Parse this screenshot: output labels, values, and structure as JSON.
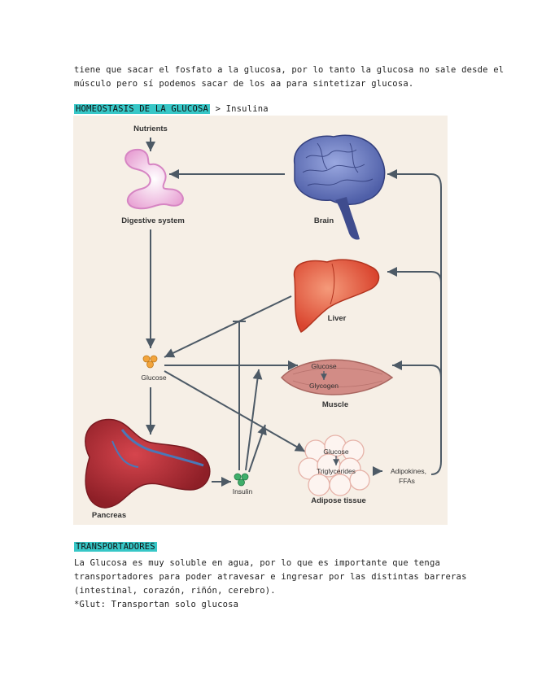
{
  "intro": {
    "line1": "tiene que sacar el fosfato a la glucosa, por lo tanto la glucosa no sale desde el",
    "line2": "músculo pero sí podemos sacar de los aa para sintetizar glucosa."
  },
  "section1": {
    "heading": "HOMEOSTASIS DE LA GLUCOSA",
    "suffix": " > Insulina"
  },
  "figure": {
    "labels": {
      "nutrients": "Nutrients",
      "digestive": "Digestive system",
      "brain": "Brain",
      "liver": "Liver",
      "glucose": "Glucose",
      "muscle_glucose": "Glucose",
      "muscle_glycogen": "Glycogen",
      "muscle": "Muscle",
      "adipose_glucose": "Glucose",
      "triglycerides": "Triglycerides",
      "adipokines": "Adipokines,",
      "ffas": "FFAs",
      "adipose": "Adipose tissue",
      "insulin": "Insulin",
      "pancreas": "Pancreas"
    },
    "colors": {
      "background": "#f6efe6",
      "arrow": "#4d5a66",
      "brain": "#6f7fc4",
      "liver": "#e8624a",
      "muscle": "#d28c86",
      "pancreas": "#c0353c",
      "digestive": "#e9a6d6",
      "glucose_dots": "#f2a43c",
      "insulin_dots": "#3fae6a"
    }
  },
  "section2": {
    "heading": "TRANSPORTADORES",
    "line1": "La Glucosa es muy soluble en agua, por lo que es importante que tenga",
    "line2": "transportadores para poder atravesar e ingresar por las distintas barreras",
    "line3": "(intestinal, corazón, riñón, cerebro).",
    "line4": "*Glut: Transportan solo glucosa"
  }
}
